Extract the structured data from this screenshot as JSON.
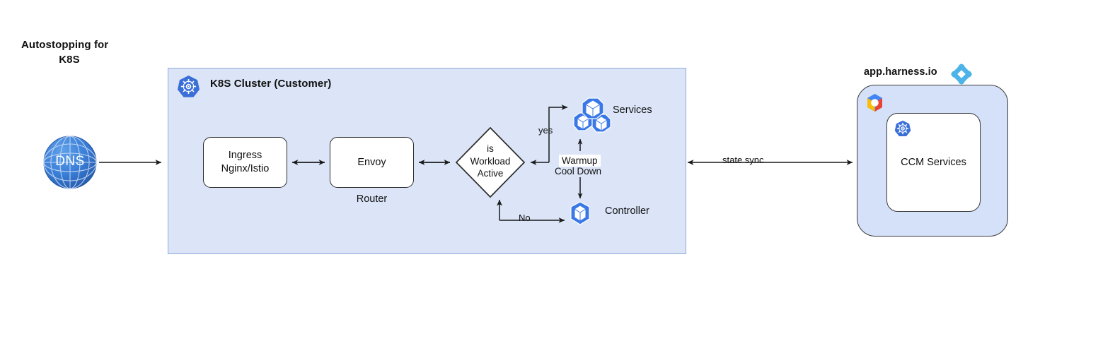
{
  "title": {
    "line1": "Autostopping for",
    "line2": "K8S"
  },
  "cluster": {
    "title": "K8S Cluster (Customer)",
    "icon": "kubernetes-icon",
    "fill_color": "#dbe5f7",
    "border_color": "#8fa8d8"
  },
  "dns": {
    "label": "DNS",
    "icon": "globe-icon",
    "color": "#3a77d8"
  },
  "nodes": {
    "ingress": "Ingress\nNginx/Istio",
    "ingress_line1": "Ingress",
    "ingress_line2": "Nginx/Istio",
    "envoy": "Envoy",
    "router_caption": "Router",
    "decision_line1": "is",
    "decision_line2": "Workload",
    "decision_line3": "Active"
  },
  "flow_labels": {
    "yes": "yes",
    "no": "No",
    "state_sync": "state sync",
    "warmup": "Warmup",
    "cool_down": "Cool Down"
  },
  "services": {
    "label": "Services",
    "icon": "services-cubes-icon",
    "color": "#3b78e7"
  },
  "controller": {
    "label": "Controller",
    "icon": "controller-cube-icon",
    "color": "#3b78e7"
  },
  "harness": {
    "label": "app.harness.io",
    "logo": "harness-diamond-logo",
    "logo_color": "#4db3e8",
    "cloud_logo": "google-cloud-icon",
    "inner_icon": "kubernetes-icon",
    "inner_label": "CCM Services",
    "outer_fill": "#d4e1f8",
    "inner_fill": "#ffffff"
  }
}
